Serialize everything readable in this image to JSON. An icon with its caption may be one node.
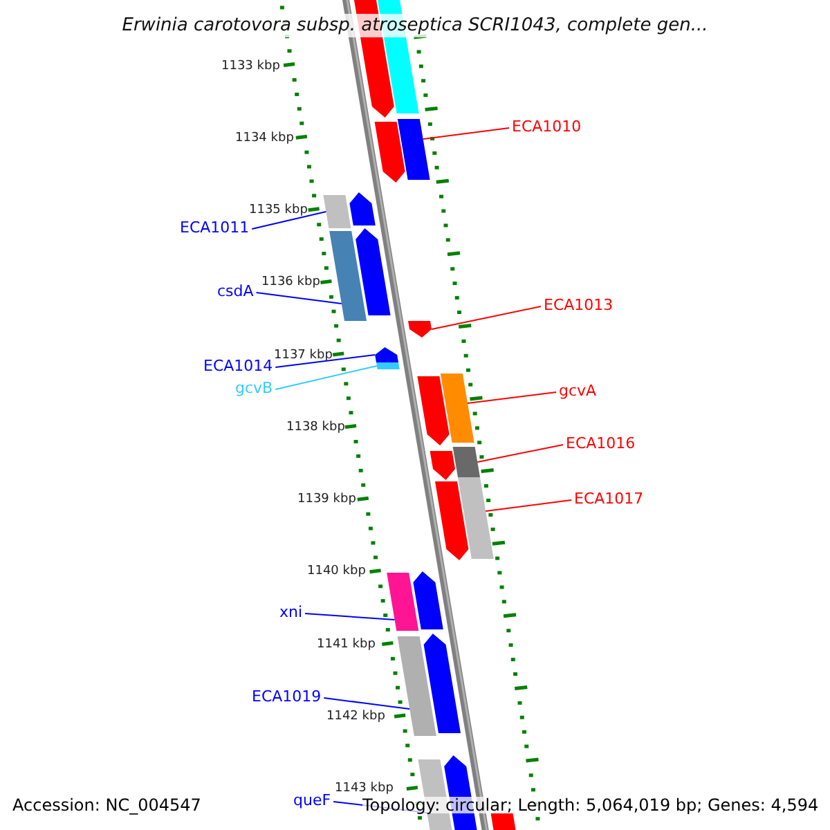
{
  "diagram": {
    "title": "Erwinia carotovora subsp. atroseptica SCRI1043, complete gen...",
    "nodes": [
      {
        "text": [
          "ECA1010"
        ]
      },
      {
        "text": [
          "ECA1011"
        ]
      },
      {
        "text": [
          "csdA"
        ]
      },
      {
        "text": [
          "ECA1013"
        ]
      },
      {
        "text": [
          "ECA1014"
        ]
      },
      {
        "text": [
          "gcvB"
        ]
      },
      {
        "text": [
          "gcvA"
        ]
      },
      {
        "text": [
          "ECA1016"
        ]
      },
      {
        "text": [
          "ECA1017"
        ]
      },
      {
        "text": [
          "xni"
        ]
      },
      {
        "text": [
          "ECA1019"
        ]
      },
      {
        "text": [
          "queF"
        ]
      },
      {
        "text": [],
        "shape": "pentagon"
      },
      {
        "text": [],
        "shape": "bar"
      },
      {
        "text": [],
        "shape": "bar"
      },
      {
        "text": [],
        "shape": "pentagon"
      },
      {
        "text": [],
        "shape": "pentagon"
      },
      {
        "text": [],
        "shape": "bar"
      },
      {
        "text": [],
        "shape": "pentagon"
      },
      {
        "text": [],
        "shape": "bar"
      },
      {
        "text": [],
        "shape": "pentagon"
      },
      {
        "text": [],
        "shape": "pentagon"
      },
      {
        "text": [],
        "shape": "bar"
      },
      {
        "text": [],
        "shape": "bar"
      },
      {
        "text": [],
        "shape": "pentagon"
      },
      {
        "text": [],
        "shape": "bar"
      },
      {
        "text": [],
        "shape": "pentagon"
      },
      {
        "text": [],
        "shape": "bar"
      },
      {
        "text": [],
        "shape": "pentagon"
      },
      {
        "text": [],
        "shape": "pentagon"
      },
      {
        "text": [],
        "shape": "bar"
      },
      {
        "text": [],
        "shape": "pentagon"
      },
      {
        "text": [],
        "shape": "bar"
      },
      {
        "text": [],
        "shape": "pentagon"
      },
      {
        "text": [],
        "shape": "bar"
      },
      {
        "text": [],
        "shape": "pentagon"
      }
    ],
    "edges": [
      {
        "from": 0,
        "to": 14,
        "arrow": "none",
        "color": "#ff0000"
      },
      {
        "from": 1,
        "to": 17,
        "arrow": "none"
      },
      {
        "from": 2,
        "to": 19,
        "arrow": "none"
      },
      {
        "from": 3,
        "to": 20,
        "arrow": "none",
        "color": "#ff0000"
      },
      {
        "from": 4,
        "to": 21,
        "arrow": "none"
      },
      {
        "from": 5,
        "to": 22,
        "arrow": "none",
        "color": "#33ccff"
      },
      {
        "from": 6,
        "to": 23,
        "arrow": "none",
        "color": "#ff0000"
      },
      {
        "from": 7,
        "to": 25,
        "arrow": "none",
        "color": "#ff0000"
      },
      {
        "from": 8,
        "to": 27,
        "arrow": "none",
        "color": "#ff0000"
      },
      {
        "from": 9,
        "to": 30,
        "arrow": "none"
      },
      {
        "from": 10,
        "to": 32,
        "arrow": "none"
      },
      {
        "from": 11,
        "to": 34,
        "arrow": "none"
      }
    ],
    "labels": [
      "1133 kbp",
      "1134 kbp",
      "1135 kbp",
      "1136 kbp",
      "1137 kbp",
      "1138 kbp",
      "1139 kbp",
      "1140 kbp",
      "1141 kbp",
      "1142 kbp",
      "1143 kbp",
      "Accession: NC_004547",
      "Topology: circular; Length: 5,064,019 bp; Genes: 4,594"
    ]
  }
}
